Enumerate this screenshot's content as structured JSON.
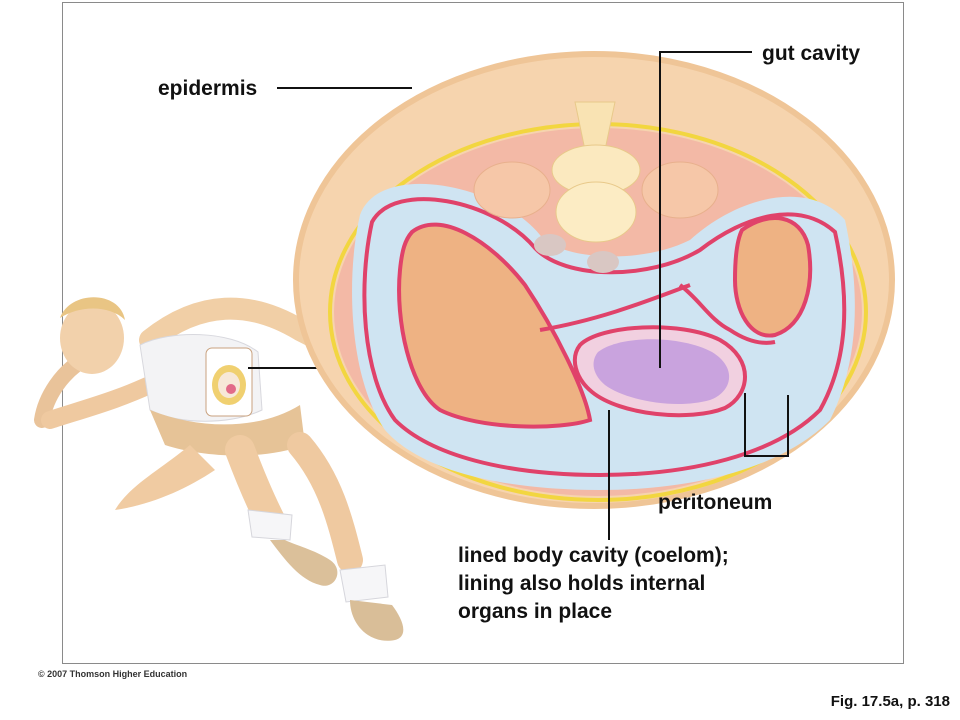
{
  "labels": {
    "epidermis": "epidermis",
    "gut_cavity": "gut cavity",
    "peritoneum": "peritoneum",
    "coelom_lines": [
      "lined body cavity (coelom);",
      "lining also holds internal",
      "organs in place"
    ]
  },
  "footer": {
    "copyright": "© 2007 Thomson Higher Education",
    "figure_ref": "Fig. 17.5a, p. 318"
  },
  "colors": {
    "skin": "#f7d9b4",
    "epidermis_layer": "#f3c999",
    "yellow_line": "#f2d640",
    "muscle": "#f4b9a3",
    "coelom": "#cfe5f3",
    "peritoneum": "#e0426a",
    "organ": "#eeb283",
    "gut": "#d9a8d8"
  }
}
